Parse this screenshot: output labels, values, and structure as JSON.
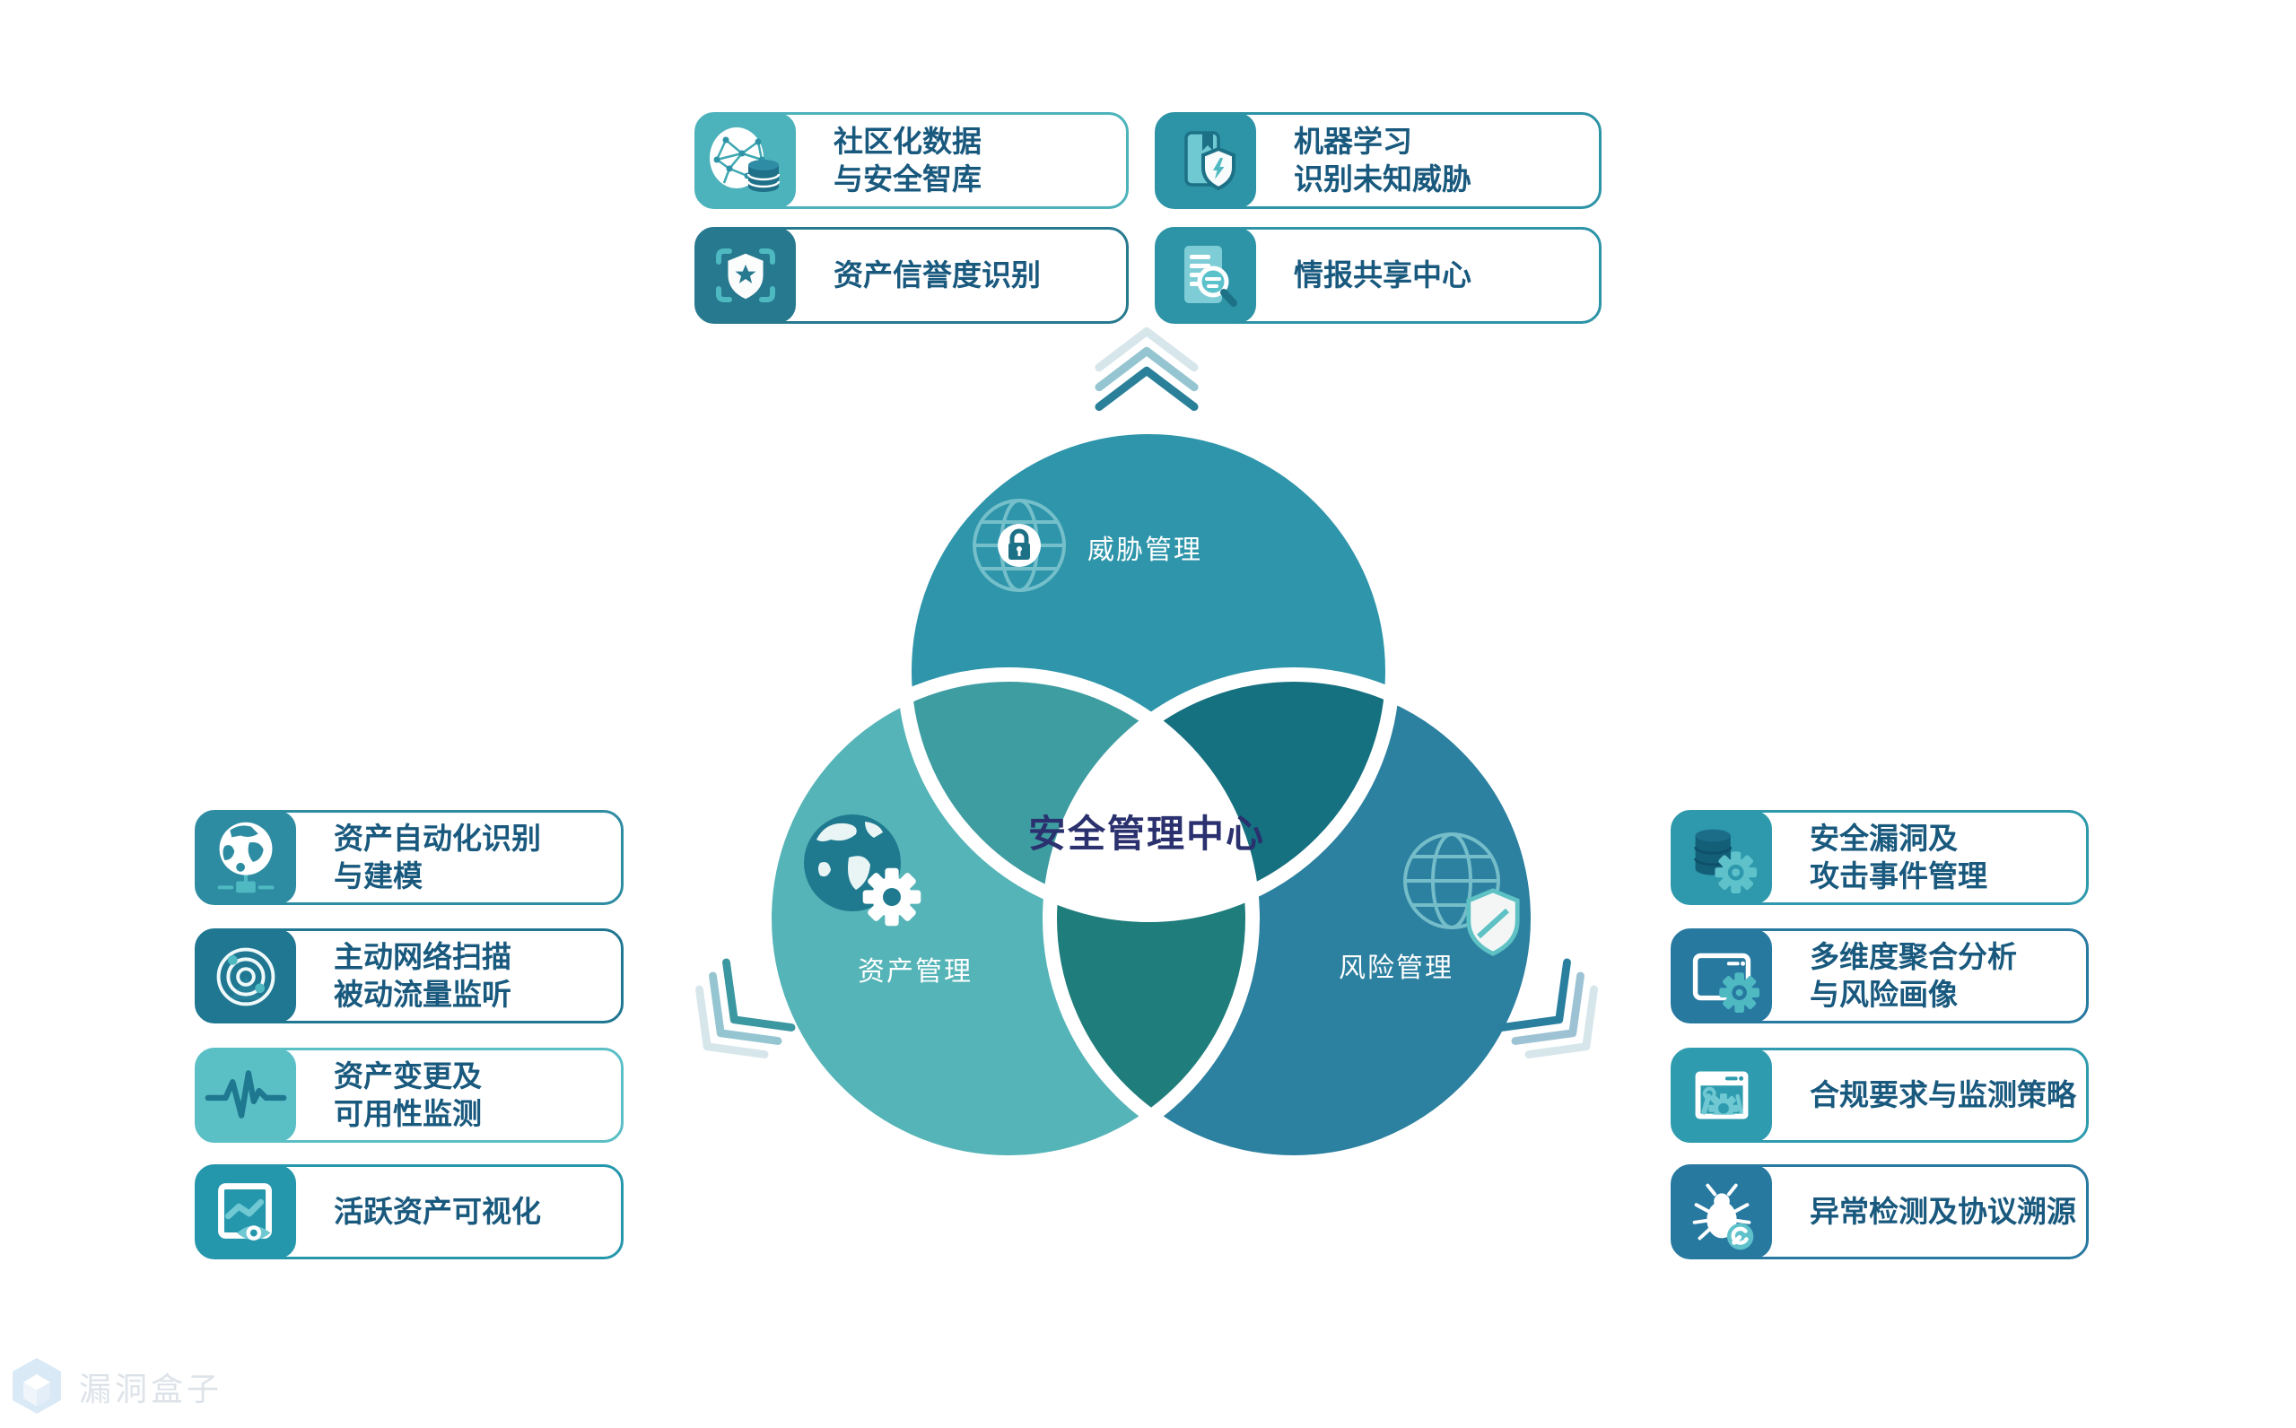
{
  "center": {
    "title": "安全管理中心"
  },
  "circles": {
    "threat": {
      "label": "威胁管理",
      "icon": "globe-lock-icon",
      "color": "#2E95AA"
    },
    "asset": {
      "label": "资产管理",
      "icon": "earth-gear-icon",
      "color": "#55B4B7"
    },
    "risk": {
      "label": "风险管理",
      "icon": "globe-shield-icon",
      "color": "#2C80A0"
    },
    "overlap_colors": {
      "threat_asset": "#3E9DA1",
      "threat_risk": "#15707F",
      "asset_risk": "#1F7D7B",
      "center": "#FFFFFF"
    }
  },
  "cards": {
    "top_left": [
      {
        "line1": "社区化数据",
        "line2": "与安全智库",
        "icon": "network-database-icon",
        "accent": "#4CB2BB"
      },
      {
        "line1": "资产信誉度识别",
        "line2": "",
        "icon": "shield-star-scan-icon",
        "accent": "#26798E"
      }
    ],
    "top_right": [
      {
        "line1": "机器学习",
        "line2": "识别未知威胁",
        "icon": "book-shield-bolt-icon",
        "accent": "#2D93A6"
      },
      {
        "line1": "情报共享中心",
        "line2": "",
        "icon": "document-magnifier-icon",
        "accent": "#2D93A6"
      }
    ],
    "left": [
      {
        "line1": "资产自动化识别",
        "line2": "与建模",
        "icon": "globe-network-icon",
        "accent": "#2E8CA2"
      },
      {
        "line1": "主动网络扫描",
        "line2": "被动流量监听",
        "icon": "radar-icon",
        "accent": "#1F7792"
      },
      {
        "line1": "资产变更及",
        "line2": "可用性监测",
        "icon": "pulse-icon",
        "accent": "#5BBFC6"
      },
      {
        "line1": "活跃资产可视化",
        "line2": "",
        "icon": "screen-eye-icon",
        "accent": "#2597AC"
      }
    ],
    "right": [
      {
        "line1": "安全漏洞及",
        "line2": "攻击事件管理",
        "icon": "database-gear-icon",
        "accent": "#2E99AC"
      },
      {
        "line1": "多维度聚合分析",
        "line2": "与风险画像",
        "icon": "window-gear-icon",
        "accent": "#2779A0"
      },
      {
        "line1": "合规要求与监测策略",
        "line2": "",
        "icon": "window-tools-icon",
        "accent": "#2E9BAE"
      },
      {
        "line1": "异常检测及协议溯源",
        "line2": "",
        "icon": "bug-wrench-icon",
        "accent": "#2779A0"
      }
    ]
  },
  "watermark": {
    "text": "漏洞盒子",
    "icon": "cube-logo-icon"
  }
}
